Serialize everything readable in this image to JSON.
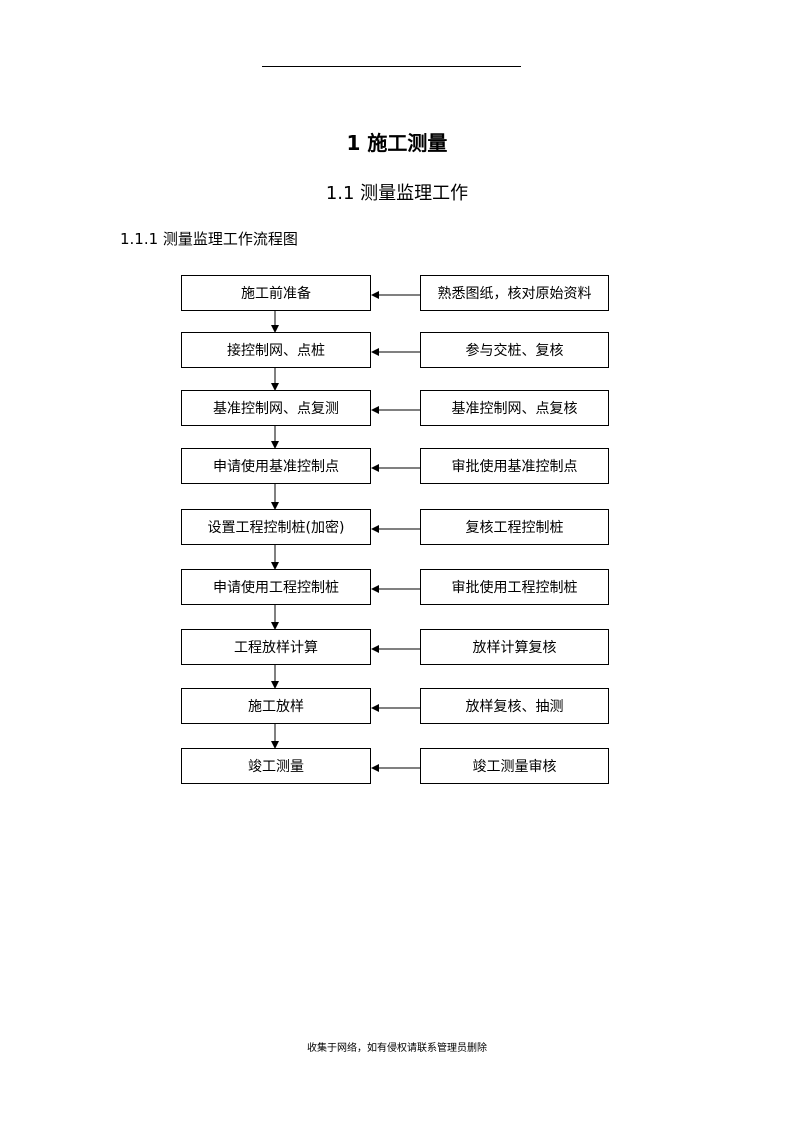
{
  "document": {
    "heading1": "1  施工测量",
    "heading2": "1.1  测量监理工作",
    "heading3": "1.1.1 测量监理工作流程图",
    "footer": "收集于网络，如有侵权请联系管理员删除"
  },
  "flowchart": {
    "steps": [
      "施工前准备",
      "接控制网、点桩",
      "基准控制网、点复测",
      "申请使用基准控制点",
      "设置工程控制桩(加密)",
      "申请使用工程控制桩",
      "工程放样计算",
      "施工放样",
      "竣工测量"
    ],
    "supervision": [
      "熟悉图纸，核对原始资料",
      "参与交桩、复核",
      "基准控制网、点复核",
      "审批使用基准控制点",
      "复核工程控制桩",
      "审批使用工程控制桩",
      "放样计算复核",
      "放样复核、抽测",
      "竣工测量审核"
    ]
  }
}
